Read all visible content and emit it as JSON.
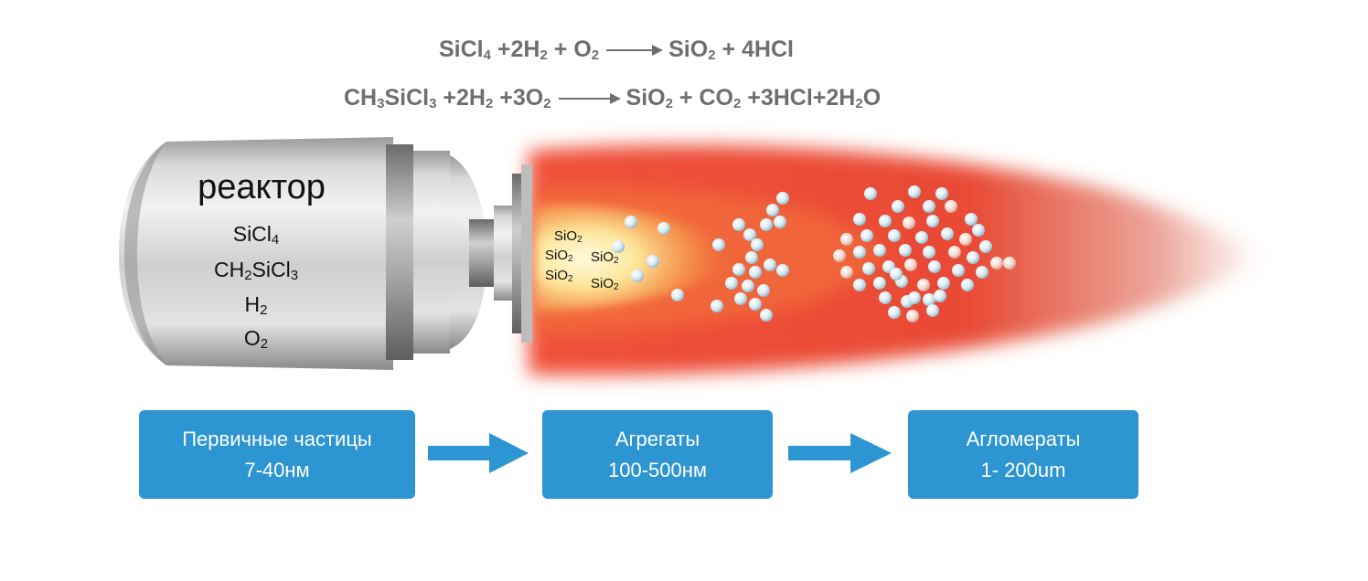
{
  "equations": [
    {
      "parts": [
        [
          "SiCl",
          "4"
        ],
        [
          " +2H",
          "2"
        ],
        [
          " + O",
          "2"
        ]
      ],
      "products": [
        [
          "SiO",
          "2"
        ],
        [
          " + 4HCl",
          ""
        ]
      ]
    },
    {
      "parts": [
        [
          "CH",
          "3"
        ],
        [
          "SiCl",
          "3"
        ],
        [
          " +2H",
          "2"
        ],
        [
          " +3O",
          "2"
        ]
      ],
      "products": [
        [
          "SiO",
          "2"
        ],
        [
          " + CO",
          "2"
        ],
        [
          " +3HCl+2H",
          "2"
        ],
        [
          "O",
          ""
        ]
      ]
    }
  ],
  "reactor": {
    "title": "реактор",
    "chemicals": [
      [
        [
          "SiCl",
          "4"
        ]
      ],
      [
        [
          "CH",
          "2"
        ],
        [
          "SiCl",
          "3"
        ]
      ],
      [
        [
          "H",
          "2"
        ]
      ],
      [
        [
          "O",
          "2"
        ]
      ]
    ]
  },
  "flame_labels": [
    "SiO2",
    "SiO2",
    "SiO2",
    "SiO2",
    "SiO2"
  ],
  "stages": [
    {
      "line1": "Первичные частицы",
      "line2": "7-40нм"
    },
    {
      "line1": "Агрегаты",
      "line2": "100-500нм"
    },
    {
      "line1": "Агломераты",
      "line2": "1- 200um"
    }
  ],
  "colors": {
    "stage_fill": "#2c95d2",
    "arrow": "#2c95d2",
    "equation_text": "#6d6e71",
    "flame_core": "#fff6c2",
    "flame_outer": "#e8402a"
  }
}
